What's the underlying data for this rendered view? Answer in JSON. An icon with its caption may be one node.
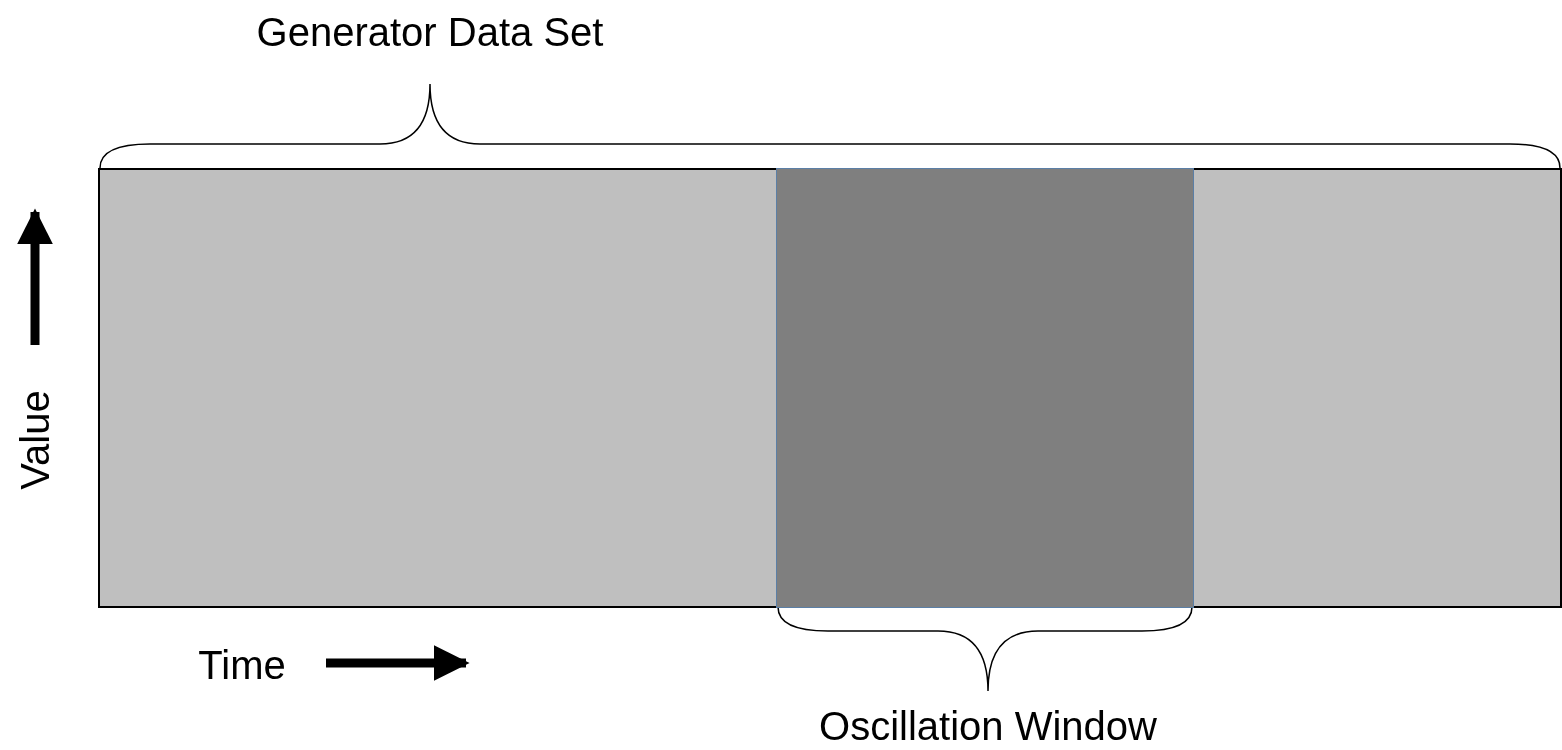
{
  "diagram": {
    "nodes": [
      {
        "text": [],
        "shape": "box",
        "beside": [
          "Generator Data Set"
        ]
      },
      {
        "text": [],
        "shape": "box",
        "in": 0,
        "beside": [
          "Oscillation Window"
        ]
      }
    ],
    "labels": [
      "Value",
      "Time"
    ]
  }
}
